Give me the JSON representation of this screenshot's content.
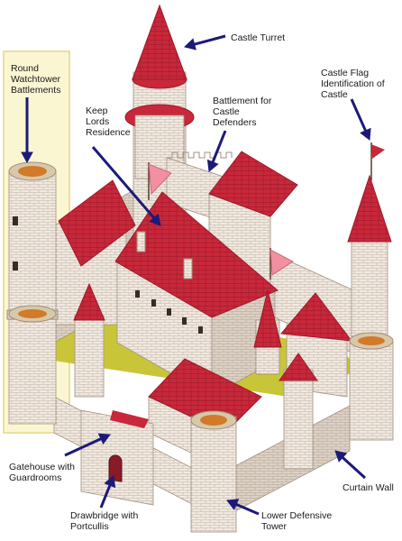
{
  "labels": {
    "round_watchtower": "Round\nWatchtower\nBattlements",
    "castle_turret": "Castle Turret",
    "keep": "Keep\nLords\nResidence",
    "battlement": "Battlement for\nCastle\nDefenders",
    "castle_flag": "Castle Flag\nIdentification of\nCastle",
    "gatehouse": "Gatehouse with\nGuardrooms",
    "drawbridge": "Drawbridge with\nPortcullis",
    "lower_tower": "Lower Defensive\nTower",
    "curtain_wall": "Curtain Wall"
  },
  "colors": {
    "stone": "#f1e9e0",
    "stone_shade": "#ddd1c5",
    "stone_line": "#a09080",
    "roof": "#c8283a",
    "roof_dark": "#9e1b2b",
    "flag": "#f28fa0",
    "grass": "#c8c638",
    "arrow": "#1c1a78",
    "highlight_fill": "#fbf6d2",
    "highlight_stroke": "#eadf9c"
  }
}
